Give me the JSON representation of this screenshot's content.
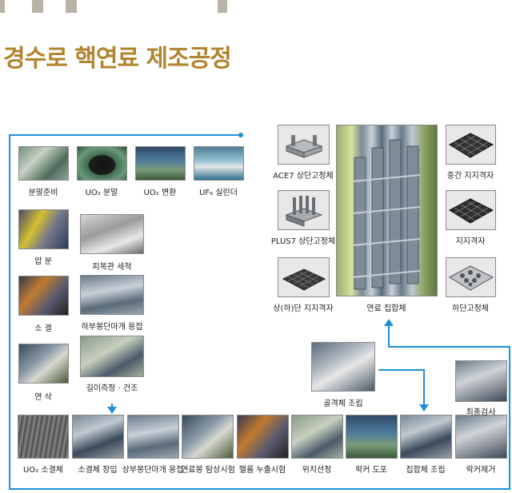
{
  "title": "경수로 핵연료 제조공정",
  "steps": {
    "powder_prep": "분말준비",
    "uo2_powder": "UO₂ 분말",
    "uo2_conversion": "UO₂ 변환",
    "uf6_cylinder": "UF₆ 실린더",
    "pressing": "압 분",
    "cladding_cleaning": "피복관 세척",
    "sintering": "소 결",
    "lower_endplug_weld": "하부봉단마개 용접",
    "grinding": "연 삭",
    "length_dry": "길이측정 · 건조",
    "uo2_pellet": "UO₂ 소결체",
    "pellet_loading": "소결체 장입",
    "upper_endplug_weld": "상부봉단마개 용접",
    "rod_inspection": "연료봉 탐상시험",
    "helium_leak": "헬륨 누출시험",
    "position_select": "위치선정",
    "lacquer_coat": "락커 도포",
    "assembly": "집합체 조립",
    "lacquer_remove": "락커제거",
    "skeleton_assembly": "골격체 조립",
    "final_inspection": "최종검사",
    "ace7_top_nozzle": "ACE7 상단고정체",
    "plus7_top_nozzle": "PLUS7 상단고정체",
    "top_bottom_grid": "상(하)단 지지격자",
    "fuel_assembly": "연료 집합체",
    "mid_grid": "중간 지지격자",
    "spacer_grid": "지지격자",
    "bottom_nozzle": "하단고정체"
  },
  "colors": {
    "title": "#b1852f",
    "flow_line": "#1e90d8",
    "tab": "#b9b2a6"
  }
}
